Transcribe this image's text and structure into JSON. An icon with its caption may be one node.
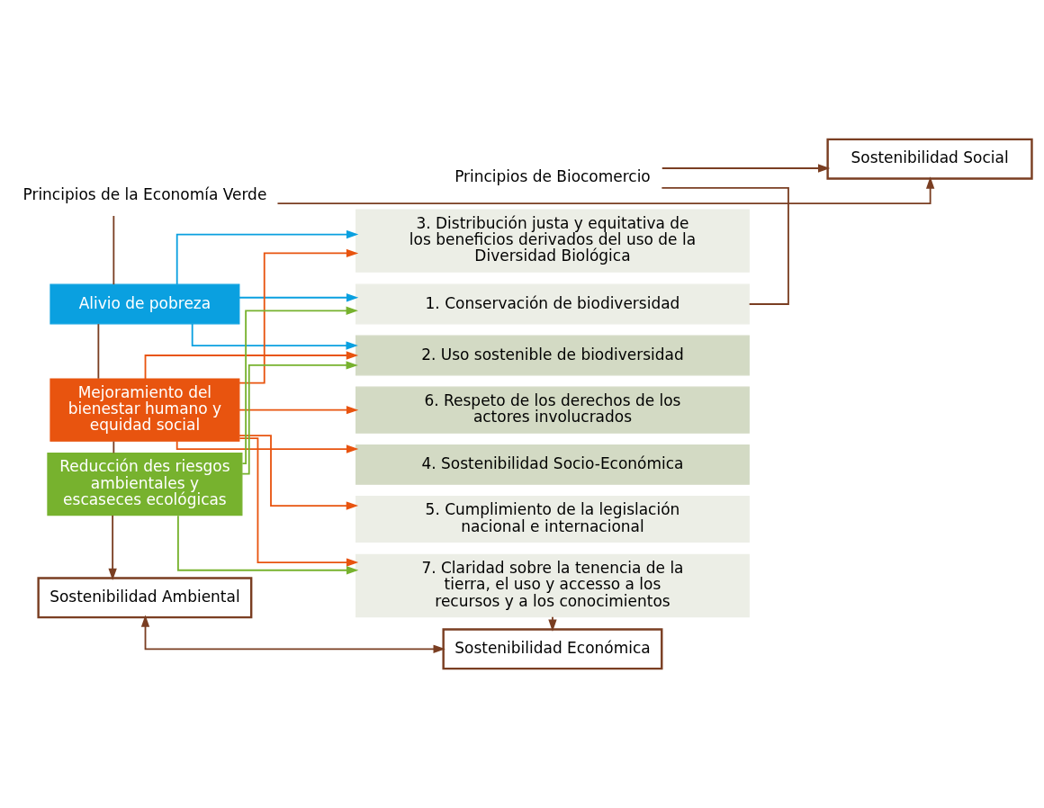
{
  "diagram": {
    "nodes": [
      {
        "text": [
          "Sostenibilidad Social"
        ]
      },
      {
        "text": [
          "Principios de la Economía Verde"
        ]
      },
      {
        "text": [
          "Principios de Biocomercio"
        ]
      },
      {
        "text": [
          "Alivio de pobreza"
        ]
      },
      {
        "text": [
          "Mejoramiento del bienestar humano y equidad social"
        ]
      },
      {
        "text": [
          "Reducción des riesgos ambientales y escaseces ecológicas"
        ]
      },
      {
        "text": [
          "1. Conservación de biodiversidad"
        ]
      },
      {
        "text": [
          "2. Uso sostenible de biodiversidad"
        ]
      },
      {
        "text": [
          "3. Distribución justa y equitativa de los beneficios derivados del uso de la Diversidad Biológica"
        ]
      },
      {
        "text": [
          "4. Sostenibilidad Socio-Económica"
        ]
      },
      {
        "text": [
          "5. Cumplimiento de la legislación nacional e internacional"
        ]
      },
      {
        "text": [
          "6. Respeto de los derechos de los actores involucrados"
        ]
      },
      {
        "text": [
          "7. Claridad sobre la tenencia de la tierra, el uso y accesso a los recursos y a los conocimientos"
        ]
      },
      {
        "text": [
          "Sostenibilidad Ambiental"
        ]
      },
      {
        "text": [
          "Sostenibilidad Económica"
        ]
      }
    ],
    "edges": [
      {
        "from": 1,
        "to": 0,
        "arrow": "to"
      },
      {
        "from": 2,
        "to": 0,
        "arrow": "to"
      },
      {
        "from": 1,
        "to": 3,
        "arrow": "none"
      },
      {
        "from": 2,
        "to": 6,
        "arrow": "none"
      },
      {
        "from": 3,
        "to": 6,
        "arrow": "to",
        "color": "#0aa0e0"
      },
      {
        "from": 3,
        "to": 7,
        "arrow": "to",
        "color": "#0aa0e0"
      },
      {
        "from": 3,
        "to": 8,
        "arrow": "to",
        "color": "#0aa0e0"
      },
      {
        "from": 3,
        "to": 4,
        "arrow": "none"
      },
      {
        "from": 4,
        "to": 7,
        "arrow": "to",
        "color": "#e8540f"
      },
      {
        "from": 4,
        "to": 8,
        "arrow": "to",
        "color": "#e8540f"
      },
      {
        "from": 4,
        "to": 9,
        "arrow": "to",
        "color": "#e8540f"
      },
      {
        "from": 4,
        "to": 10,
        "arrow": "to",
        "color": "#e8540f"
      },
      {
        "from": 4,
        "to": 11,
        "arrow": "to",
        "color": "#e8540f"
      },
      {
        "from": 4,
        "to": 12,
        "arrow": "to",
        "color": "#e8540f"
      },
      {
        "from": 4,
        "to": 5,
        "arrow": "none"
      },
      {
        "from": 5,
        "to": 6,
        "arrow": "to",
        "color": "#77b22e"
      },
      {
        "from": 5,
        "to": 7,
        "arrow": "to",
        "color": "#77b22e"
      },
      {
        "from": 5,
        "to": 12,
        "arrow": "to",
        "color": "#77b22e"
      },
      {
        "from": 5,
        "to": 13,
        "arrow": "to"
      },
      {
        "from": 12,
        "to": 14,
        "arrow": "to"
      },
      {
        "from": 13,
        "to": 14,
        "arrow": "both"
      }
    ]
  }
}
